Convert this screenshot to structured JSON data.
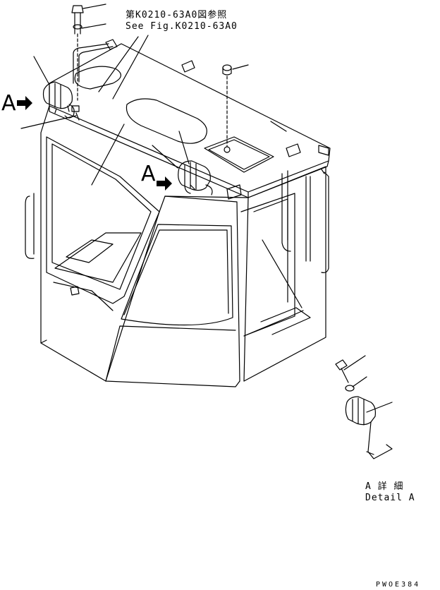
{
  "reference": {
    "line_jp": "第K0210-63A0図参照",
    "line_en": "See Fig.K0210-63A0"
  },
  "view_markers": {
    "left": "A",
    "center": "A"
  },
  "detail": {
    "title_jp": "A 詳 細",
    "title_en": "Detail A"
  },
  "drawing_code": "PWOE384"
}
